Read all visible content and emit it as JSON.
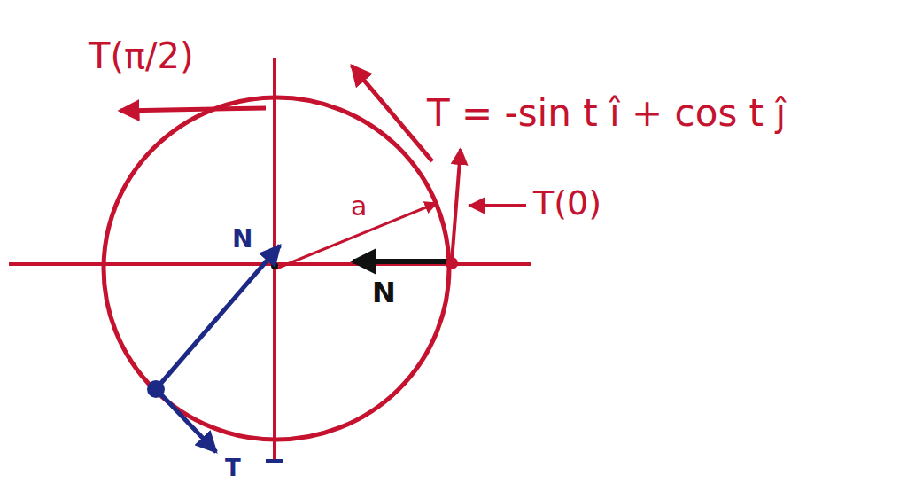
{
  "diagram": {
    "labels": [
      "T(π/2)",
      "T = -sin t î + cos t ĵ",
      "T(0)",
      "a",
      "N",
      "N",
      "T"
    ]
  }
}
